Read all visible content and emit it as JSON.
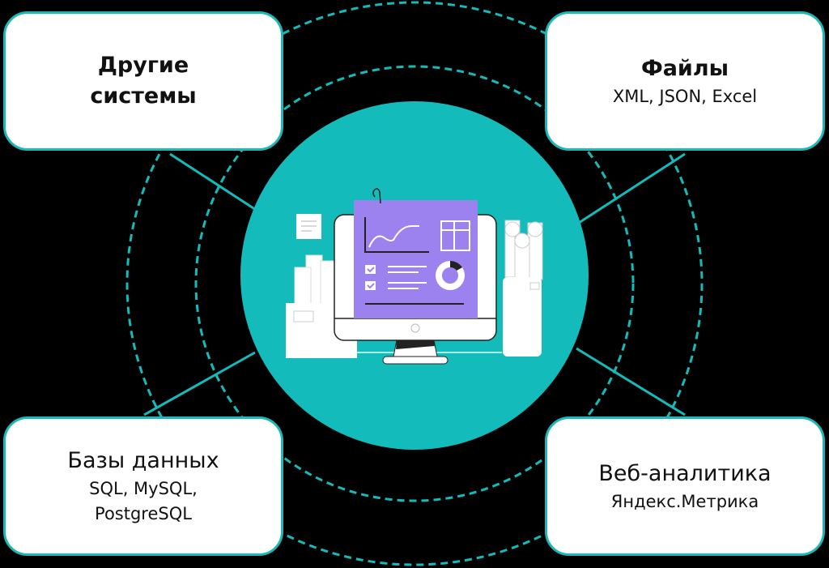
{
  "colors": {
    "accent": "#13bbbb",
    "border": "#1cb8b8",
    "screen": "#9b82ee",
    "background": "#000000",
    "box_fill": "#ffffff"
  },
  "center": {
    "illustration": "computer-monitor-with-dashboard",
    "icons": [
      "note-icon",
      "folders-icon",
      "paperclip-icon",
      "line-chart-icon",
      "table-icon",
      "checkbox-icon",
      "donut-chart-icon",
      "paper-rolls-icon"
    ]
  },
  "boxes": {
    "top_left": {
      "title_line1": "Другие",
      "title_line2": "системы"
    },
    "top_right": {
      "title": "Файлы",
      "sub": "XML, JSON, Excel"
    },
    "bottom_left": {
      "title": "Базы данных",
      "sub_line1": "SQL, MySQL,",
      "sub_line2": "PostgreSQL"
    },
    "bottom_right": {
      "title": "Веб-аналитика",
      "sub": "Яндекс.Метрика"
    }
  }
}
